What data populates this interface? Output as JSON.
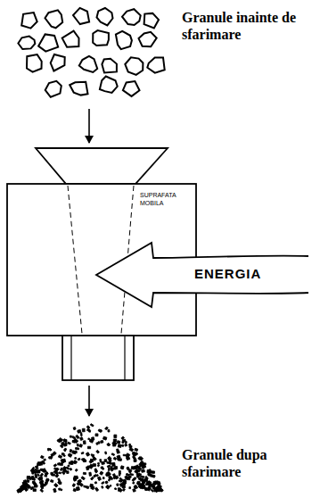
{
  "diagram": {
    "labels": [
      "Granule inainte de sfarimare",
      "SUPRAFATA MOBILA",
      "ENERGIA",
      "Granule dupa sfarimare"
    ]
  }
}
